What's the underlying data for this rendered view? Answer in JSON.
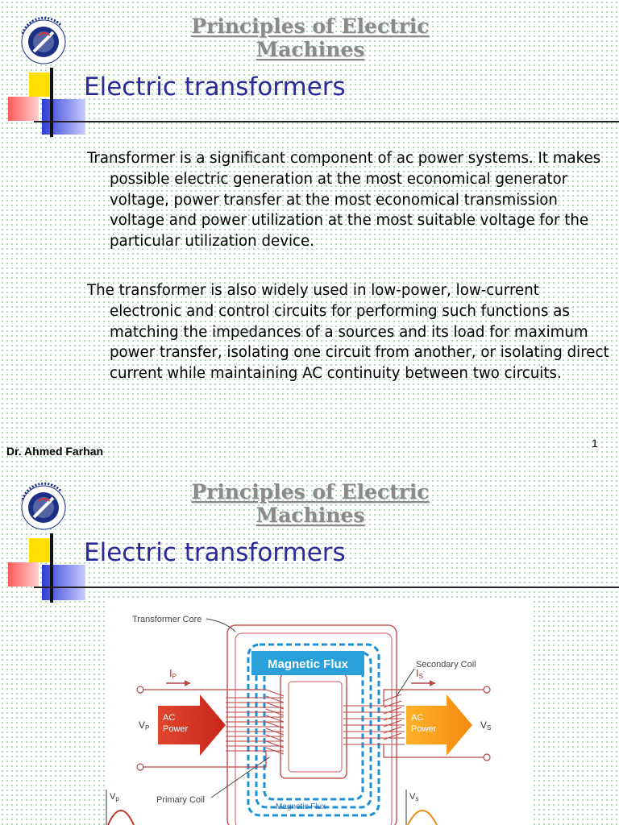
{
  "slides": [
    {
      "header": "Principles of Electric Machines",
      "logo_text": "Higher Technological Institute",
      "title": "Electric transformers",
      "paragraphs": [
        "Transformer is a significant component of ac power systems. It makes possible electric generation at the most  economical generator voltage, power transfer at the most economical transmission voltage and power utilization at the most suitable voltage for the particular utilization device.",
        "The transformer is also widely used in low-power, low-current electronic and control circuits for performing such functions as matching the impedances of a sources and its load for maximum power transfer, isolating one circuit from another, or isolating direct current while maintaining AC continuity between two circuits."
      ],
      "author": "Dr. Ahmed Farhan",
      "page_number": "1"
    },
    {
      "header": "Principles of Electric Machines",
      "logo_text": "Higher Technological Institute",
      "title": "Electric transformers",
      "figure": {
        "core_label": "Transformer Core",
        "flux_label": "Magnetic Flux",
        "flux_label_bottom": "Magnetic Flux",
        "secondary_coil_label": "Secondary Coil",
        "primary_coil_label": "Primary Coil",
        "ip_label": "I",
        "ip_sub": "P",
        "is_label": "I",
        "is_sub": "S",
        "vp_label": "V",
        "vp_sub": "P",
        "vs_label": "V",
        "vs_sub": "S",
        "ac_power_in_line1": "AC",
        "ac_power_in_line2": "Power",
        "ac_power_out_line1": "AC",
        "ac_power_out_line2": "Power",
        "vp_graph_label": "V",
        "vp_graph_sub": "p",
        "vs_graph_label": "V",
        "vs_graph_sub": "s"
      }
    }
  ]
}
